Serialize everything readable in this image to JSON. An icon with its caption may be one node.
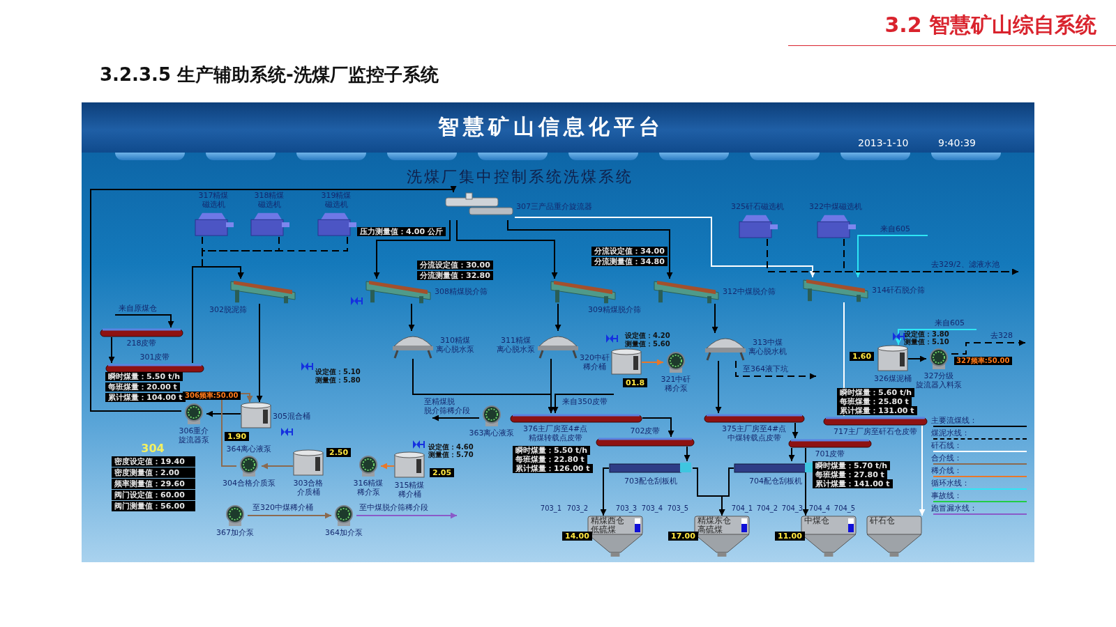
{
  "diagram": {
    "title": "3.2.3.5 生产辅助系统-洗煤厂监控子系统",
    "nodes": [
      {
        "text": [
          "317精煤磁选机"
        ]
      },
      {
        "text": [
          "318精煤磁选机"
        ]
      },
      {
        "text": [
          "319精煤磁选机"
        ]
      },
      {
        "text": [
          "307三产品重介旋流器"
        ]
      },
      {
        "text": [
          "302脱泥筛"
        ]
      },
      {
        "text": [
          "308精煤脱介筛"
        ]
      },
      {
        "text": [
          "309精煤脱介筛"
        ]
      },
      {
        "text": [
          "312中煤脱介筛"
        ]
      },
      {
        "text": [
          "314矸石脱介筛"
        ]
      },
      {
        "text": [
          "325矸石磁选机"
        ]
      },
      {
        "text": [
          "322中煤磁选机"
        ]
      },
      {
        "text": [
          "218皮带"
        ]
      },
      {
        "text": [
          "301皮带"
        ],
        "beside": [
          "瞬时煤量：5.50 t/h",
          "每班煤量：20.00 t",
          "累计煤量：104.00 t"
        ]
      },
      {
        "text": [
          "305混合桶"
        ],
        "beside": [
          "1.90"
        ]
      },
      {
        "text": [
          "306重介旋流器泵"
        ],
        "beside": [
          "306频率:50.00"
        ]
      },
      {
        "text": [
          "310精煤离心脱水泵"
        ]
      },
      {
        "text": [
          "311精煤离心脱水泵"
        ]
      },
      {
        "text": [
          "320中矸稀介桶"
        ],
        "beside": [
          "01.8"
        ]
      },
      {
        "text": [
          "321中矸稀介泵"
        ]
      },
      {
        "text": [
          "313中煤离心脱水机"
        ]
      },
      {
        "text": [
          "326煤泥桶"
        ],
        "beside": [
          "1.60"
        ]
      },
      {
        "text": [
          "327分级旋流器入料泵"
        ],
        "beside": [
          "327频率:50.00"
        ]
      },
      {
        "text": [
          "303合格介质桶"
        ],
        "beside": [
          "2.50"
        ]
      },
      {
        "text": [
          "364离心液泵",
          "304合格介质泵"
        ]
      },
      {
        "text": [
          "316精煤稀介泵"
        ]
      },
      {
        "text": [
          "315精煤稀介桶"
        ],
        "beside": [
          "2.05"
        ]
      },
      {
        "text": [
          "363离心液泵"
        ]
      },
      {
        "text": [
          "367加介泵"
        ]
      },
      {
        "text": [
          "364加介泵"
        ]
      },
      {
        "text": [
          "376主厂房至4#点精煤转载点皮带"
        ],
        "beside": [
          "瞬时煤量：5.50 t/h",
          "每班煤量：22.80 t",
          "累计煤量：126.00 t"
        ]
      },
      {
        "text": [
          "702皮带"
        ]
      },
      {
        "text": [
          "703配仓刮板机"
        ]
      },
      {
        "text": [
          "375主厂房至4#点中煤转载点皮带"
        ]
      },
      {
        "text": [
          "701皮带"
        ],
        "beside": [
          "瞬时煤量：5.70 t/h",
          "每班煤量：27.80 t",
          "累计煤量：141.00 t"
        ]
      },
      {
        "text": [
          "704配仓刮板机"
        ]
      },
      {
        "text": [
          "717主厂房至矸石仓皮带"
        ]
      },
      {
        "text": [
          "精煤西仓低硫煤"
        ],
        "beside": [
          "14.00"
        ]
      },
      {
        "text": [
          "精煤东仓高硫煤"
        ],
        "beside": [
          "17.00"
        ]
      },
      {
        "text": [
          "中煤仓"
        ],
        "beside": [
          "11.00"
        ]
      },
      {
        "text": [
          "矸石仓"
        ]
      }
    ],
    "edges": [
      {
        "from": 11,
        "to": 12,
        "arrow": "to"
      },
      {
        "from": null,
        "to": 11,
        "arrow": "to",
        "label": "来自原煤仓"
      },
      {
        "from": 12,
        "to": 4,
        "arrow": "to"
      },
      {
        "from": 0,
        "to": 4,
        "arrow": "to",
        "style": "dashed"
      },
      {
        "from": 1,
        "to": 4,
        "arrow": "to",
        "style": "dashed"
      },
      {
        "from": 2,
        "to": 4,
        "arrow": "to",
        "style": "dashed"
      },
      {
        "from": 4,
        "to": 13,
        "arrow": "to"
      },
      {
        "from": 13,
        "to": 14,
        "arrow": "to"
      },
      {
        "from": 14,
        "to": 3,
        "arrow": "to"
      },
      {
        "from": 3,
        "to": 5,
        "arrow": "to"
      },
      {
        "from": 3,
        "to": 6,
        "arrow": "to"
      },
      {
        "from": 3,
        "to": 7,
        "arrow": "to"
      },
      {
        "from": 3,
        "to": 8,
        "arrow": "to",
        "color": "#ffffff"
      },
      {
        "from": 5,
        "to": 15,
        "arrow": "to"
      },
      {
        "from": 6,
        "to": 16,
        "arrow": "to"
      },
      {
        "from": 7,
        "to": 19,
        "arrow": "to"
      },
      {
        "from": 15,
        "to": 29,
        "arrow": "to"
      },
      {
        "from": 16,
        "to": 29,
        "arrow": "to"
      },
      {
        "from": null,
        "to": 29,
        "arrow": "to",
        "label": "来自350皮带"
      },
      {
        "from": 29,
        "to": 30,
        "arrow": "to"
      },
      {
        "from": 30,
        "to": 31,
        "arrow": "to"
      },
      {
        "from": 31,
        "to": 36,
        "arrow": "to"
      },
      {
        "from": 31,
        "to": 37,
        "arrow": "to"
      },
      {
        "from": 34,
        "to": 37,
        "arrow": "to"
      },
      {
        "from": 33,
        "to": 34,
        "arrow": "to"
      },
      {
        "from": 33,
        "to": 38,
        "arrow": "to"
      },
      {
        "from": 32,
        "to": 33,
        "arrow": "to"
      },
      {
        "from": 19,
        "to": 32,
        "arrow": "to"
      },
      {
        "from": 19,
        "to": null,
        "arrow": "to",
        "style": "dashed",
        "label": "至364液下坑"
      },
      {
        "from": 8,
        "to": 35,
        "arrow": "to",
        "color": "#ffffff"
      },
      {
        "from": 35,
        "to": 39,
        "arrow": "to",
        "color": "#ffffff"
      },
      {
        "from": 20,
        "to": 21,
        "arrow": "to"
      },
      {
        "from": 21,
        "to": null,
        "arrow": "to",
        "style": "dashed",
        "label": "去328"
      },
      {
        "from": null,
        "to": 20,
        "arrow": "to",
        "color": "#2ee6f5",
        "label": "来自605"
      },
      {
        "from": null,
        "to": 8,
        "arrow": "to",
        "color": "#2ee6f5",
        "label": "来自605"
      },
      {
        "from": 9,
        "to": null,
        "arrow": "to",
        "style": "dashed",
        "label": "去329/2、滤液水池"
      },
      {
        "from": 10,
        "to": null,
        "arrow": "to",
        "style": "dashed"
      },
      {
        "from": 26,
        "to": null,
        "arrow": "to",
        "label": "至精煤脱脱介筛稀介段"
      },
      {
        "from": 27,
        "to": 28,
        "arrow": "to",
        "color": "#8b6a4f",
        "label": "至320中煤稀介桶"
      },
      {
        "from": 28,
        "to": null,
        "arrow": "to",
        "color": "#8a5ac8",
        "label": "至中煤脱介筛稀介段"
      },
      {
        "from": 22,
        "to": 23,
        "arrow": "to",
        "color": "#8b6a4f"
      },
      {
        "from": 23,
        "to": 13,
        "arrow": "to",
        "color": "#8b6a4f"
      },
      {
        "from": 25,
        "to": 24,
        "arrow": "to",
        "color": "#e8782a"
      },
      {
        "from": 17,
        "to": 18,
        "arrow": "to",
        "color": "#e8782a"
      }
    ],
    "labels": [
      "3.2 智慧矿山综自系统",
      "智慧矿山信息化平台",
      "2013-1-10",
      "9:40:39",
      "洗煤厂集中控制系统洗煤系统",
      "压力测量值：4.00 公斤",
      "分流设定值：30.00",
      "分流测量值：32.80",
      "分流设定值：34.00",
      "分流测量值：34.80",
      "设定值：4.20",
      "测量值：5.60",
      "设定值：3.80",
      "测量值：5.10",
      "设定值：5.10",
      "测量值：5.80",
      "设定值：4.60",
      "测量值：5.70",
      "瞬时煤量：5.60 t/h",
      "每班煤量：25.80 t",
      "累计煤量：131.00 t",
      "304",
      "密度设定值：19.40",
      "密度测量值：2.00",
      "频率测量值：29.60",
      "阀门设定值：60.00",
      "阀门测量值：56.00",
      "703_1",
      "703_2",
      "703_3",
      "703_4",
      "703_5",
      "704_1",
      "704_2",
      "704_3",
      "704_4",
      "704_5"
    ],
    "legend": [
      {
        "text": "主要流煤线："
      },
      {
        "text": "煤泥水线："
      },
      {
        "text": "矸石线："
      },
      {
        "text": "合介线："
      },
      {
        "text": "稀介线："
      },
      {
        "text": "循环水线："
      },
      {
        "text": "事故线："
      },
      {
        "text": "跑冒漏水线："
      }
    ]
  }
}
